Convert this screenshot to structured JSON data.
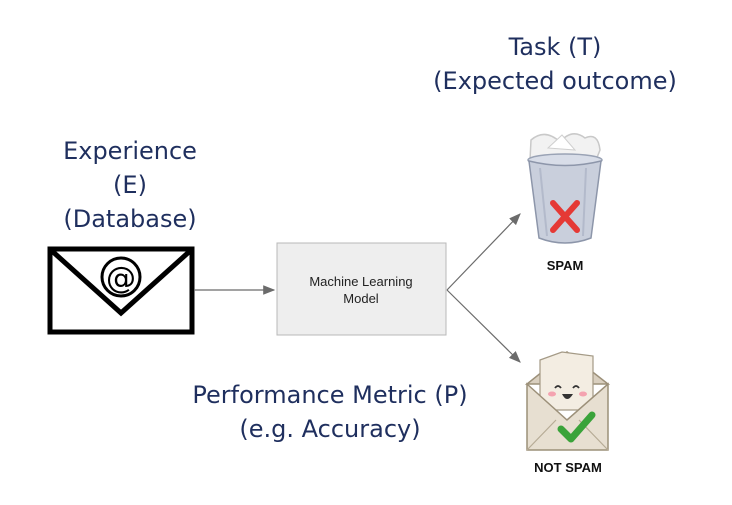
{
  "task": {
    "line1": "Task (T)",
    "line2": "(Expected outcome)"
  },
  "experience": {
    "line1": "Experience",
    "line2": "(E)",
    "line3": "(Database)"
  },
  "performance": {
    "line1": "Performance Metric (P)",
    "line2": "(e.g. Accuracy)"
  },
  "model": {
    "line1": "Machine Learning",
    "line2": "Model"
  },
  "outputs": {
    "spam": "SPAM",
    "not_spam": "NOT SPAM"
  },
  "icons": {
    "email": "email-at-icon",
    "trash": "trash-can-icon",
    "x": "red-x-icon",
    "happy_envelope": "happy-envelope-icon",
    "check": "green-check-icon"
  },
  "colors": {
    "heading": "#1f2f5e",
    "model_box": "#eeeeee",
    "x_mark": "#e53935",
    "check": "#3aa33a"
  }
}
